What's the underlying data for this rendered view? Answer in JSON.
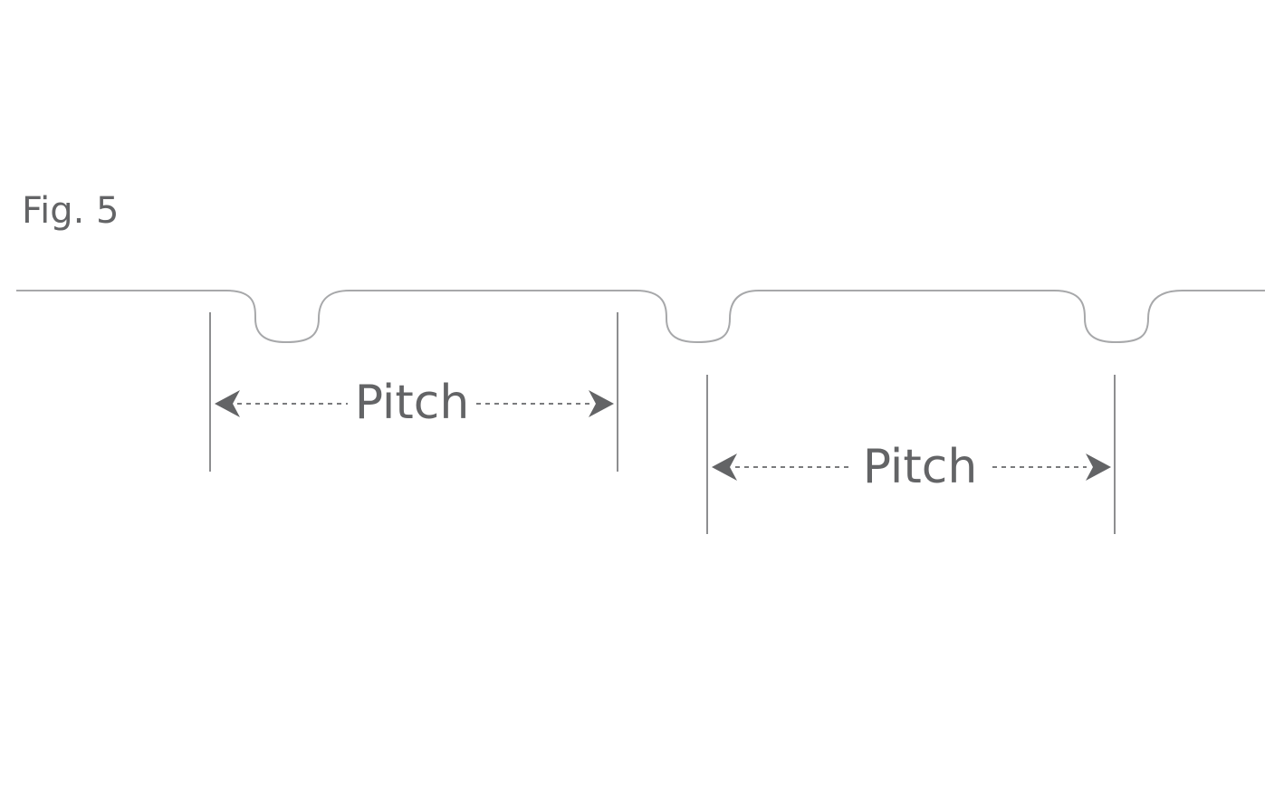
{
  "figure": {
    "label": "Fig. 5"
  },
  "dimensions": [
    {
      "label": "Pitch"
    },
    {
      "label": "Pitch"
    }
  ],
  "colors": {
    "text": "#636466",
    "profile_line": "#a7a8aa",
    "dimension_line": "#7a7b7d"
  }
}
